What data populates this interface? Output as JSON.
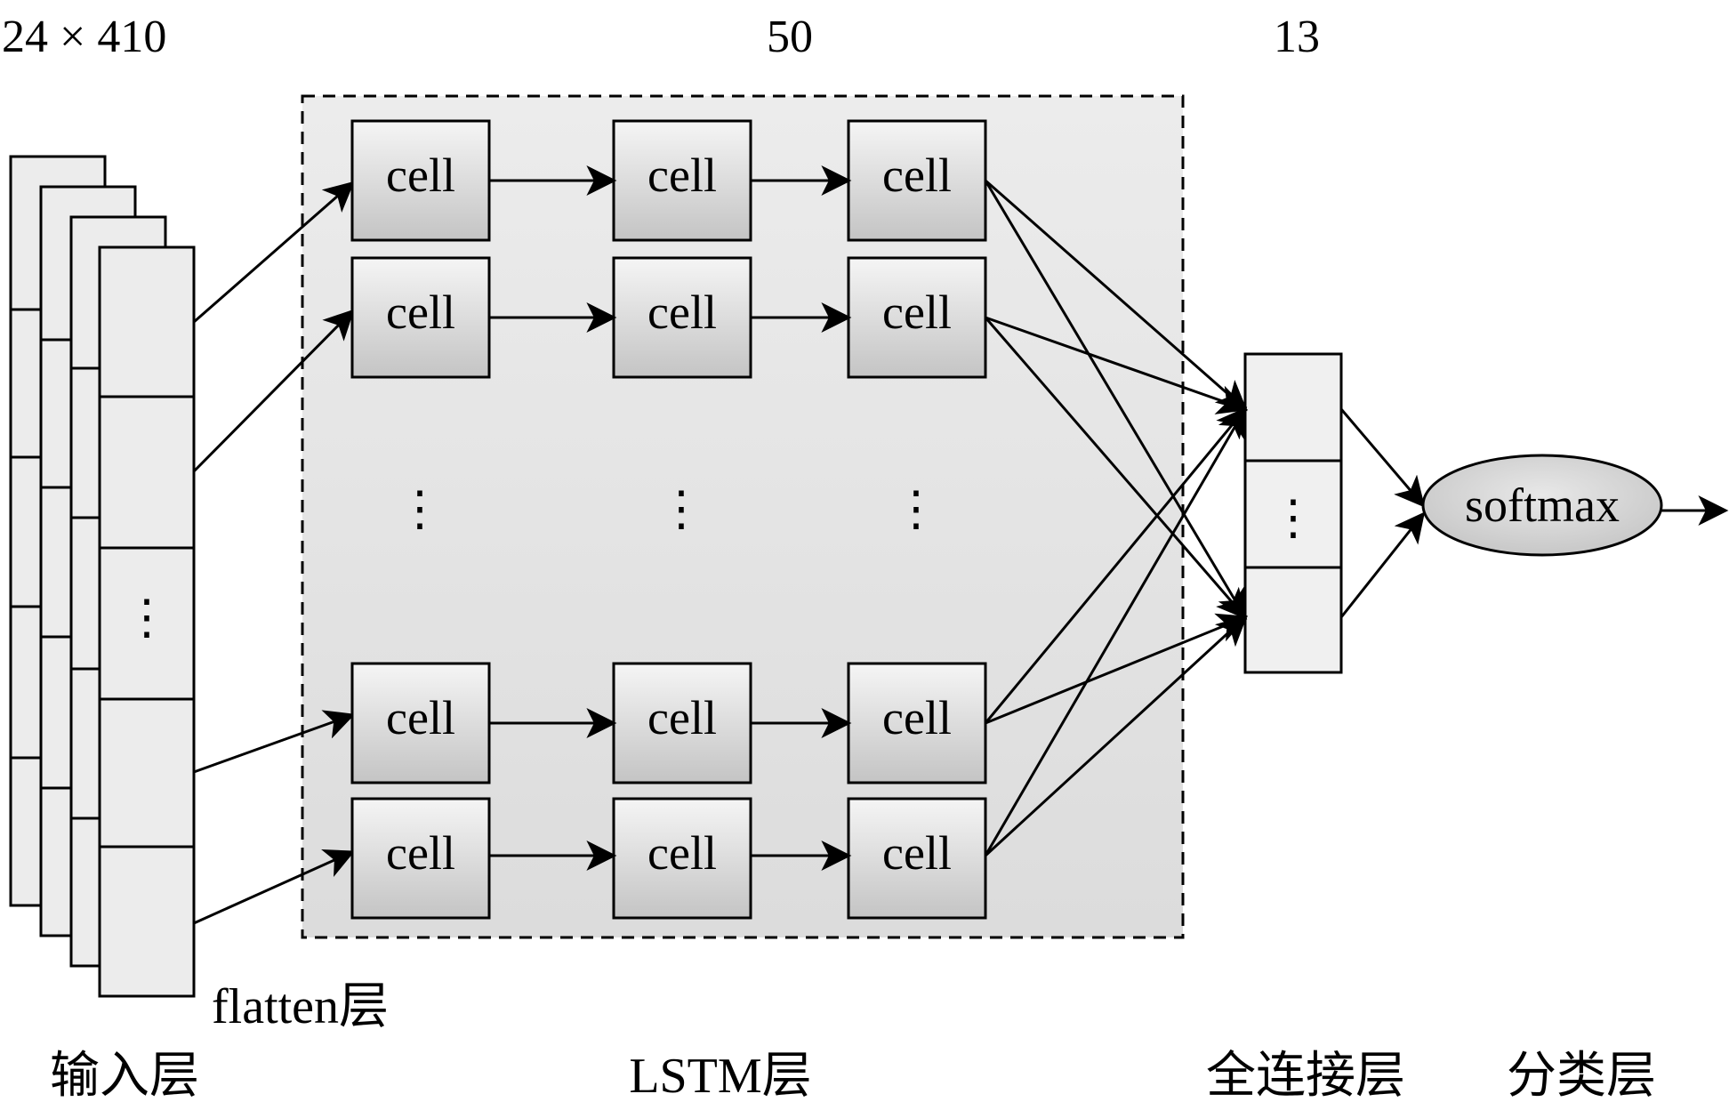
{
  "dimensions": {
    "input": "24 × 410",
    "lstm": "50",
    "fc": "13"
  },
  "cell_label": "cell",
  "ellipsis": "⋮",
  "softmax_label": "softmax",
  "layers": {
    "flatten": "flatten层",
    "input": "输入层",
    "lstm": "LSTM层",
    "fc": "全连接层",
    "classify": "分类层"
  },
  "colors": {
    "stroke": "#000000",
    "lstm_region": "#e8e8e8",
    "cell_fill_top": "#f4f4f4",
    "cell_fill_bottom": "#c8c8c8",
    "softmax_fill": "#d2d2d2"
  }
}
